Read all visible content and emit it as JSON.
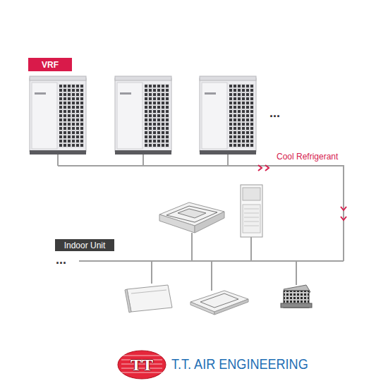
{
  "diagram": {
    "nodes": [
      {
        "text": [
          "VRF"
        ]
      },
      {
        "text": [
          "Indoor Unit"
        ]
      },
      {
        "text": [
          "TT"
        ]
      }
    ],
    "labels": [
      "...",
      "Cool Refrigerant",
      "...",
      "T.T. AIR ENGINEERING"
    ]
  }
}
